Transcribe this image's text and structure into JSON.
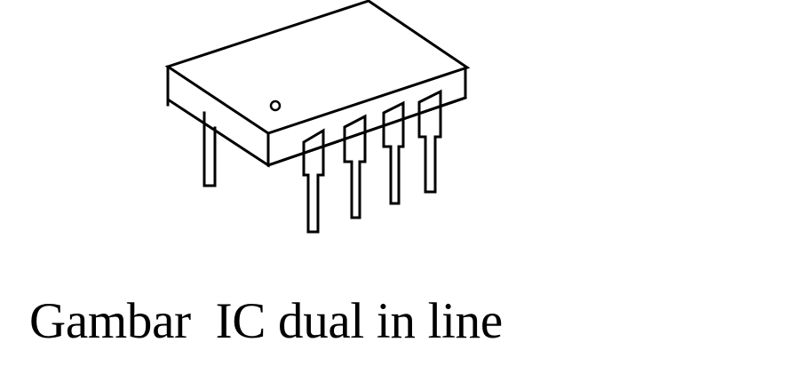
{
  "figure": {
    "caption": "Gambar  IC dual in line",
    "subject": "IC dual in line (DIP) package",
    "stroke_color": "#000000",
    "background_color": "#ffffff",
    "pin_count_visible": 5,
    "icons": {
      "ic_body": "dip-ic-body-icon",
      "pin1_marker": "pin1-dot-icon",
      "pins": "ic-pin-icon"
    }
  }
}
